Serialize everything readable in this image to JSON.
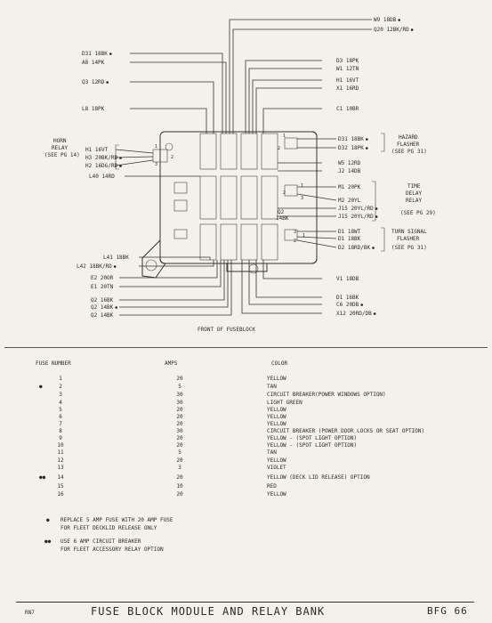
{
  "diagram": {
    "caption": "FRONT OF FUSEBLOCK",
    "top_labels": [
      {
        "id": "w9",
        "text": "W9 18DB",
        "dot": true
      },
      {
        "id": "q20",
        "text": "Q20 12BK/RD",
        "dot": true
      }
    ],
    "left_labels": [
      {
        "id": "d31l",
        "text": "D31 18BK",
        "dot": true
      },
      {
        "id": "a8",
        "text": "A8 14PK",
        "dot": false
      },
      {
        "id": "q3",
        "text": "Q3 12RD",
        "dot": true
      },
      {
        "id": "l8",
        "text": "L8 18PK",
        "dot": false
      },
      {
        "id": "l40",
        "text": "L40 14RD",
        "dot": false
      },
      {
        "id": "l41",
        "text": "L41 18BK",
        "dot": false
      },
      {
        "id": "l42",
        "text": "L42 18BK/RD",
        "dot": true
      },
      {
        "id": "e2",
        "text": "E2 20OR",
        "dot": false
      },
      {
        "id": "e1",
        "text": "E1 20TN",
        "dot": false
      },
      {
        "id": "q2a",
        "text": "Q2 16BK",
        "dot": false
      },
      {
        "id": "q2b",
        "text": "Q2 14BK",
        "dot": true
      },
      {
        "id": "q2c",
        "text": "Q2 14BK",
        "dot": false
      }
    ],
    "horn_relay": {
      "name": "HORN\nRELAY",
      "ref": "(SEE PG 14)",
      "wires": [
        {
          "text": "H1 16VT",
          "dot": false
        },
        {
          "text": "H3 20BK/RD",
          "dot": true
        },
        {
          "text": "H2 16DG/RD",
          "dot": true
        }
      ]
    },
    "right_labels": [
      {
        "id": "d3",
        "text": "D3 18PK",
        "dot": false
      },
      {
        "id": "w1",
        "text": "W1 12TN",
        "dot": false
      },
      {
        "id": "h1r",
        "text": "H1 16VT",
        "dot": false
      },
      {
        "id": "x1",
        "text": "X1 16RD",
        "dot": false
      },
      {
        "id": "c1",
        "text": "C1 10BR",
        "dot": false
      },
      {
        "id": "w5",
        "text": "W5 12RD",
        "dot": false
      },
      {
        "id": "j2",
        "text": "J2 14DB",
        "dot": false
      },
      {
        "id": "v1",
        "text": "V1 18DB",
        "dot": false
      },
      {
        "id": "d1b",
        "text": "D1 16BK",
        "dot": false
      },
      {
        "id": "c6",
        "text": "C6 20DB",
        "dot": true
      },
      {
        "id": "x12",
        "text": "X12 20RD/DB",
        "dot": true
      }
    ],
    "hazard": {
      "name": "HAZARD\nFLASHER",
      "ref": "(SEE PG 31)",
      "wires": [
        {
          "text": "D31 18BK",
          "dot": true
        },
        {
          "text": "D32 18PK",
          "dot": true
        }
      ]
    },
    "time_delay": {
      "name": "TIME\nDELAY\nRELAY",
      "ref": "(SEE PG 29)",
      "wires": [
        {
          "text": "M1 20PK",
          "dot": false
        },
        {
          "text": "M2 20YL",
          "dot": false
        },
        {
          "text": "J15 20YL/RD",
          "dot": true
        },
        {
          "text": "J15 20YL/RD",
          "dot": true
        }
      ]
    },
    "turn_signal": {
      "name": "TURN SIGNAL\nFLASHER",
      "ref": "(SEE PG 31)",
      "wires": [
        {
          "text": "D1 18WT",
          "dot": false
        },
        {
          "text": "D1 18BK",
          "dot": false
        },
        {
          "text": "D2 18RD/BK",
          "dot": true
        }
      ]
    },
    "inner_label_q2": "Q2\n14BK"
  },
  "fuse_table": {
    "headers": {
      "fuse": "FUSE NUMBER",
      "amps": "AMPS",
      "color": "COLOR"
    },
    "rows": [
      {
        "mark": "",
        "num": "1",
        "amps": "20",
        "color": "YELLOW"
      },
      {
        "mark": "●",
        "num": "2",
        "amps": "5",
        "color": "TAN"
      },
      {
        "mark": "",
        "num": "3",
        "amps": "30",
        "color": "CIRCUIT BREAKER(POWER WINDOWS OPTION)"
      },
      {
        "mark": "",
        "num": "4",
        "amps": "30",
        "color": "LIGHT GREEN"
      },
      {
        "mark": "",
        "num": "5",
        "amps": "20",
        "color": "YELLOW"
      },
      {
        "mark": "",
        "num": "6",
        "amps": "20",
        "color": "YELLOW"
      },
      {
        "mark": "",
        "num": "7",
        "amps": "20",
        "color": "YELLOW"
      },
      {
        "mark": "",
        "num": "8",
        "amps": "30",
        "color": "CIRCUIT BREAKER (POWER DOOR LOCKS OR SEAT OPTION)"
      },
      {
        "mark": "",
        "num": "9",
        "amps": "20",
        "color": "YELLOW - (SPOT LIGHT OPTION)"
      },
      {
        "mark": "",
        "num": "10",
        "amps": "20",
        "color": "YELLOW - (SPOT LIGHT OPTION)"
      },
      {
        "mark": "",
        "num": "11",
        "amps": "5",
        "color": "TAN"
      },
      {
        "mark": "",
        "num": "12",
        "amps": "20",
        "color": "YELLOW"
      },
      {
        "mark": "",
        "num": "13",
        "amps": "3",
        "color": "VIOLET"
      },
      {
        "mark": "●●",
        "num": "14",
        "amps": "20",
        "color": "YELLOW (DECK LID RELEASE) OPTION"
      },
      {
        "mark": "",
        "num": "15",
        "amps": "10",
        "color": "RED"
      },
      {
        "mark": "",
        "num": "16",
        "amps": "20",
        "color": "YELLOW"
      }
    ],
    "notes": [
      {
        "mark": "●",
        "text": "REPLACE 5 AMP FUSE WITH 20 AMP FUSE\nFOR FLEET DECKLID RELEASE ONLY"
      },
      {
        "mark": "●●",
        "text": "USE 6 AMP CIRCUIT BREAKER\nFOR FLEET ACCESSORY RELAY OPTION"
      }
    ]
  },
  "footer": {
    "left": "RN7",
    "title": "FUSE BLOCK MODULE AND RELAY BANK",
    "page": "BFG  66"
  }
}
